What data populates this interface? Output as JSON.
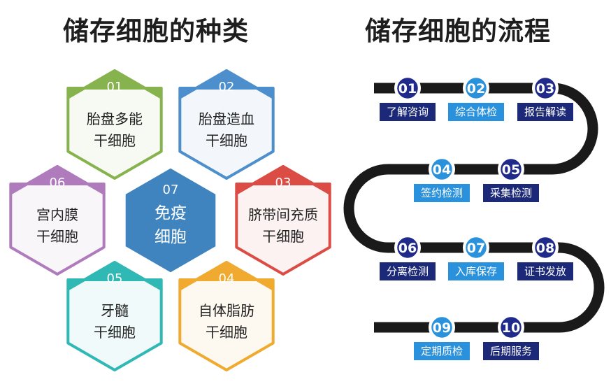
{
  "left_title": "储存细胞的种类",
  "right_title": "储存细胞的流程",
  "cell_types": [
    {
      "num": "01",
      "line1": "胎盘多能",
      "line2": "干细胞",
      "color": "#86b34e"
    },
    {
      "num": "02",
      "line1": "胎盘造血",
      "line2": "干细胞",
      "color": "#4d8fcc"
    },
    {
      "num": "03",
      "line1": "脐带间充质",
      "line2": "干细胞",
      "color": "#db4c45"
    },
    {
      "num": "04",
      "line1": "自体脂肪",
      "line2": "干细胞",
      "color": "#efaa2f"
    },
    {
      "num": "05",
      "line1": "牙髓",
      "line2": "干细胞",
      "color": "#2fb8b4"
    },
    {
      "num": "06",
      "line1": "宫内膜",
      "line2": "干细胞",
      "color": "#b07bbd"
    },
    {
      "num": "07",
      "line1": "免疫",
      "line2": "细胞",
      "color": "#3f84bf"
    }
  ],
  "process_steps": [
    {
      "num": "01",
      "label": "了解咨询"
    },
    {
      "num": "02",
      "label": "综合体检"
    },
    {
      "num": "03",
      "label": "报告解读"
    },
    {
      "num": "04",
      "label": "签约检测"
    },
    {
      "num": "05",
      "label": "采集检测"
    },
    {
      "num": "06",
      "label": "分离检测"
    },
    {
      "num": "07",
      "label": "入库保存"
    },
    {
      "num": "08",
      "label": "证书发放"
    },
    {
      "num": "09",
      "label": "定期质检"
    },
    {
      "num": "10",
      "label": "后期服务"
    }
  ],
  "colors": {
    "step_circle": "#1f2a8a",
    "step_circle_alt": "#2a92dc",
    "label_dark": "#1c2978",
    "label_alt": "#2a92dc",
    "track": "#1a1a1a"
  }
}
